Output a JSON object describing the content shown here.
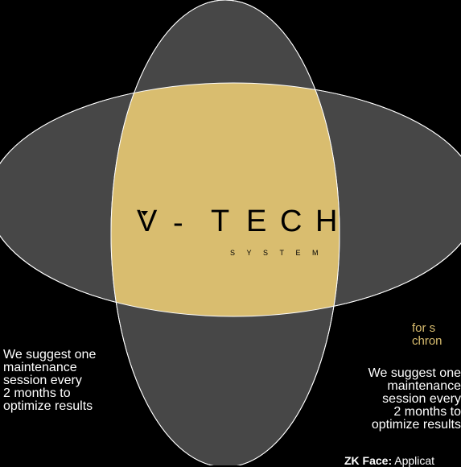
{
  "logo": {
    "letters": [
      "V",
      "-",
      "T",
      "E",
      "C",
      "H"
    ],
    "subtitle": "SYSTEM"
  },
  "notes": {
    "left": "We suggest one\nmaintenance\nsession every\n2 months to\noptimize results",
    "right": "We suggest one\nmaintenance\nsession every\n2 months to\noptimize results",
    "gold_partial": "for s\nchron"
  },
  "zk": {
    "label": "ZK Face:",
    "text": " Applicat"
  },
  "colors": {
    "background": "#000000",
    "lobe": "#474747",
    "center": "#d9bd6f",
    "outline": "#ffffff"
  }
}
